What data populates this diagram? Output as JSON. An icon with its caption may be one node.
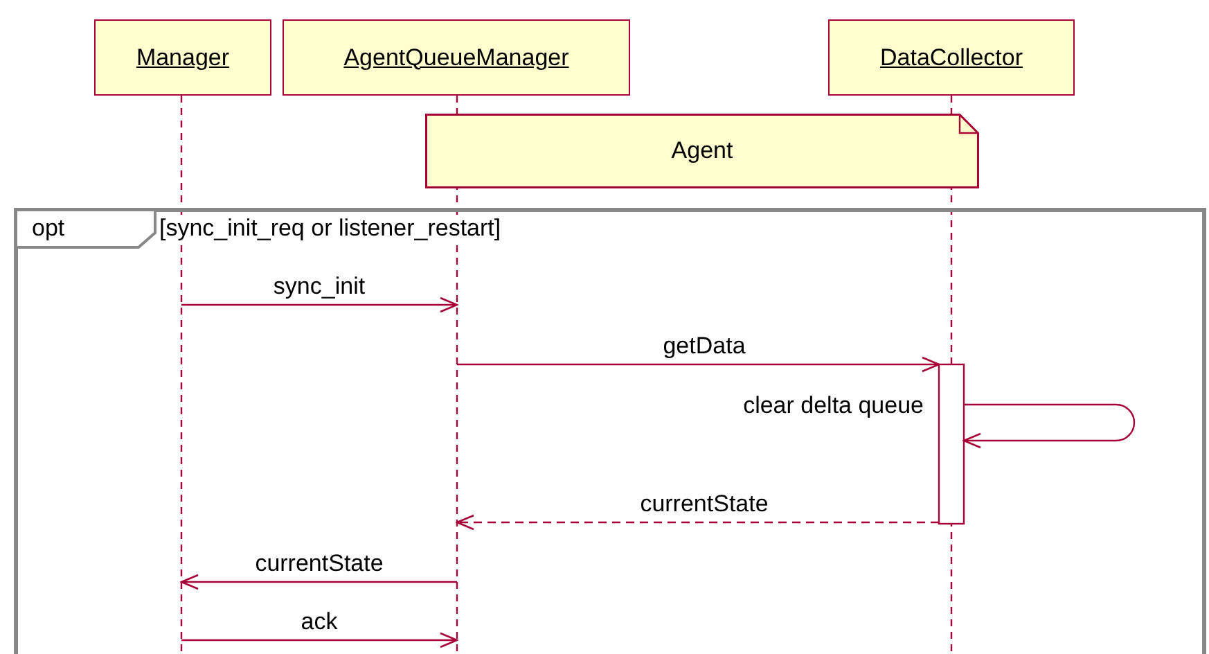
{
  "diagram": {
    "nodes": [
      {
        "text": [
          "Manager"
        ]
      },
      {
        "text": [
          "AgentQueueManager"
        ]
      },
      {
        "text": [
          "DataCollector"
        ]
      },
      {
        "text": [
          "Agent"
        ]
      },
      {
        "text": [
          "opt",
          "[sync_init_req or listener_restart]"
        ]
      }
    ],
    "edges": [
      {
        "from": 0,
        "to": 1,
        "arrow": "to",
        "label": "sync_init"
      },
      {
        "from": 1,
        "to": 2,
        "arrow": "to",
        "label": "getData"
      },
      {
        "from": 2,
        "to": 2,
        "arrow": "to",
        "label": "clear delta queue"
      },
      {
        "from": 2,
        "to": 1,
        "arrow": "to",
        "label": "currentState",
        "style": "dashed"
      },
      {
        "from": 1,
        "to": 0,
        "arrow": "to",
        "label": "currentState"
      },
      {
        "from": 0,
        "to": 1,
        "arrow": "to",
        "label": "ack"
      }
    ]
  }
}
